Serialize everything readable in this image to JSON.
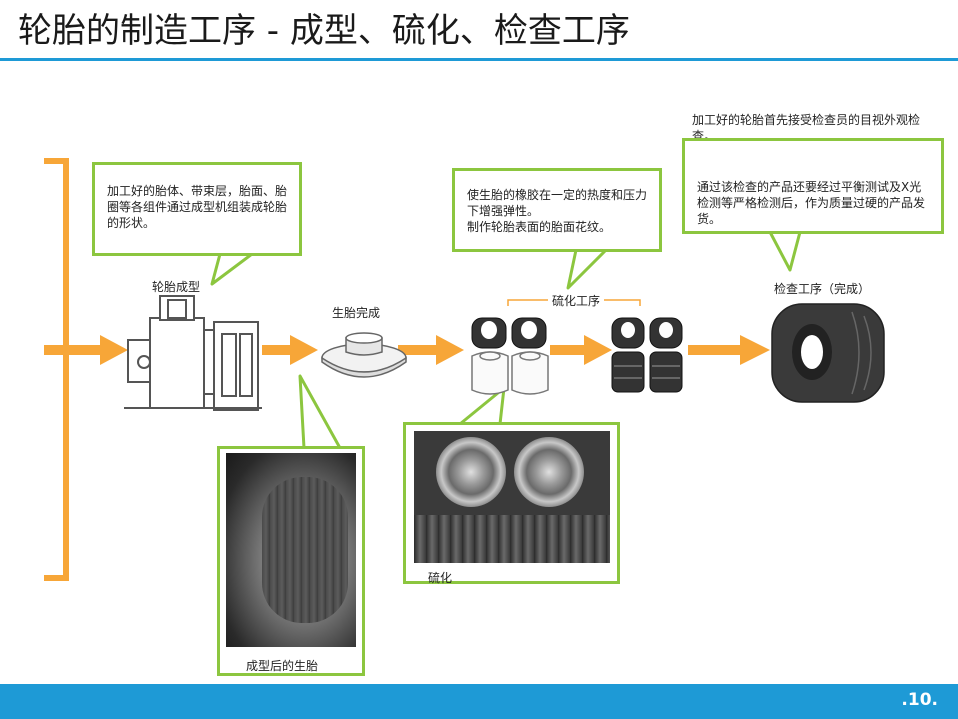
{
  "title": "轮胎的制造工序 - 成型、硫化、检查工序",
  "page_number": ".10.",
  "callouts": {
    "forming": "加工好的胎体、带束层，胎面、胎圈等各组件通过成型机组装成轮胎的形状。",
    "vulcanizing_line1": "使生胎的橡胶在一定的热度和压力下增强弹性。",
    "vulcanizing_line2": "制作轮胎表面的胎面花纹。",
    "inspection_intro": "加工好的轮胎首先接受检查员的目视外观检查。",
    "inspection_detail": "通过该检查的产品还要经过平衡测试及X光检测等严格检测后，作为质量过硬的产品发货。"
  },
  "labels": {
    "forming": "轮胎成型",
    "green_tire": "生胎完成",
    "vulcanizing_process": "硫化工序",
    "inspection_process": "检查工序（完成）"
  },
  "photos": {
    "green_tire_caption": "成型后的生胎",
    "vulcanizing_caption": "硫化"
  },
  "colors": {
    "accent_blue": "#1e9ad6",
    "arrow_orange": "#f7a638",
    "callout_green": "#8cc63f"
  }
}
